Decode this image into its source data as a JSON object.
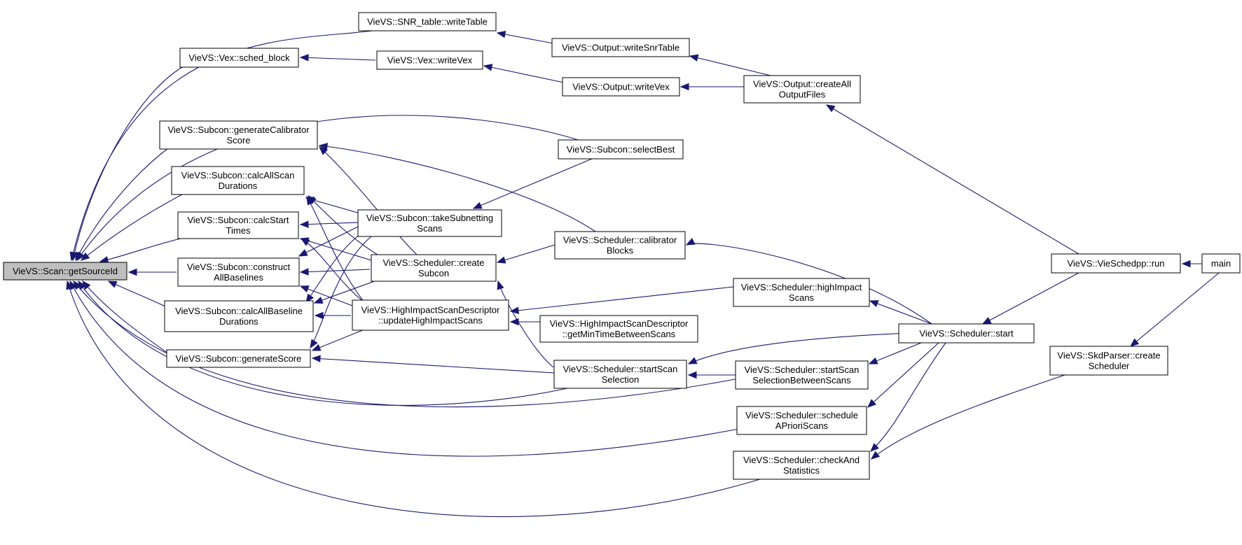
{
  "graph": {
    "edge_color": "#191970",
    "focus_fill": "#bfbfbf",
    "nodes": [
      {
        "id": "getSourceId",
        "lines": [
          "VieVS::Scan::getSourceId"
        ],
        "focus": true
      },
      {
        "id": "writeTable",
        "lines": [
          "VieVS::SNR_table::writeTable"
        ]
      },
      {
        "id": "sched_block",
        "lines": [
          "VieVS::Vex::sched_block"
        ]
      },
      {
        "id": "genCal",
        "lines": [
          "VieVS::Subcon::generateCalibrator",
          "Score"
        ]
      },
      {
        "id": "calcAllScan",
        "lines": [
          "VieVS::Subcon::calcAllScan",
          "Durations"
        ]
      },
      {
        "id": "calcStart",
        "lines": [
          "VieVS::Subcon::calcStart",
          "Times"
        ]
      },
      {
        "id": "construct",
        "lines": [
          "VieVS::Subcon::construct",
          "AllBaselines"
        ]
      },
      {
        "id": "calcAllBaseline",
        "lines": [
          "VieVS::Subcon::calcAllBaseline",
          "Durations"
        ]
      },
      {
        "id": "genScore",
        "lines": [
          "VieVS::Subcon::generateScore"
        ]
      },
      {
        "id": "writeVex",
        "lines": [
          "VieVS::Vex::writeVex"
        ]
      },
      {
        "id": "takeSub",
        "lines": [
          "VieVS::Subcon::takeSubnetting",
          "Scans"
        ]
      },
      {
        "id": "createSubcon",
        "lines": [
          "VieVS::Scheduler::create",
          "Subcon"
        ]
      },
      {
        "id": "updateHI",
        "lines": [
          "VieVS::HighImpactScanDescriptor",
          "::updateHighImpactScans"
        ]
      },
      {
        "id": "outSnr",
        "lines": [
          "VieVS::Output::writeSnrTable"
        ]
      },
      {
        "id": "outVex",
        "lines": [
          "VieVS::Output::writeVex"
        ]
      },
      {
        "id": "selectBest",
        "lines": [
          "VieVS::Subcon::selectBest"
        ]
      },
      {
        "id": "calBlocks",
        "lines": [
          "VieVS::Scheduler::calibrator",
          "Blocks"
        ]
      },
      {
        "id": "getMinTime",
        "lines": [
          "VieVS::HighImpactScanDescriptor",
          "::getMinTimeBetweenScans"
        ]
      },
      {
        "id": "startScanSel",
        "lines": [
          "VieVS::Scheduler::startScan",
          "Selection"
        ]
      },
      {
        "id": "createAll",
        "lines": [
          "VieVS::Output::createAll",
          "OutputFiles"
        ]
      },
      {
        "id": "highImpact",
        "lines": [
          "VieVS::Scheduler::highImpact",
          "Scans"
        ]
      },
      {
        "id": "startScanSelBetween",
        "lines": [
          "VieVS::Scheduler::startScan",
          "SelectionBetweenScans"
        ]
      },
      {
        "id": "scheduleAPriori",
        "lines": [
          "VieVS::Scheduler::schedule",
          "APrioriScans"
        ]
      },
      {
        "id": "checkAnd",
        "lines": [
          "VieVS::Scheduler::checkAnd",
          "Statistics"
        ]
      },
      {
        "id": "schedStart",
        "lines": [
          "VieVS::Scheduler::start"
        ]
      },
      {
        "id": "run",
        "lines": [
          "VieVS::VieSchedpp::run"
        ]
      },
      {
        "id": "skdCreate",
        "lines": [
          "VieVS::SkdParser::create",
          "Scheduler"
        ]
      },
      {
        "id": "main",
        "lines": [
          "main"
        ]
      }
    ]
  }
}
